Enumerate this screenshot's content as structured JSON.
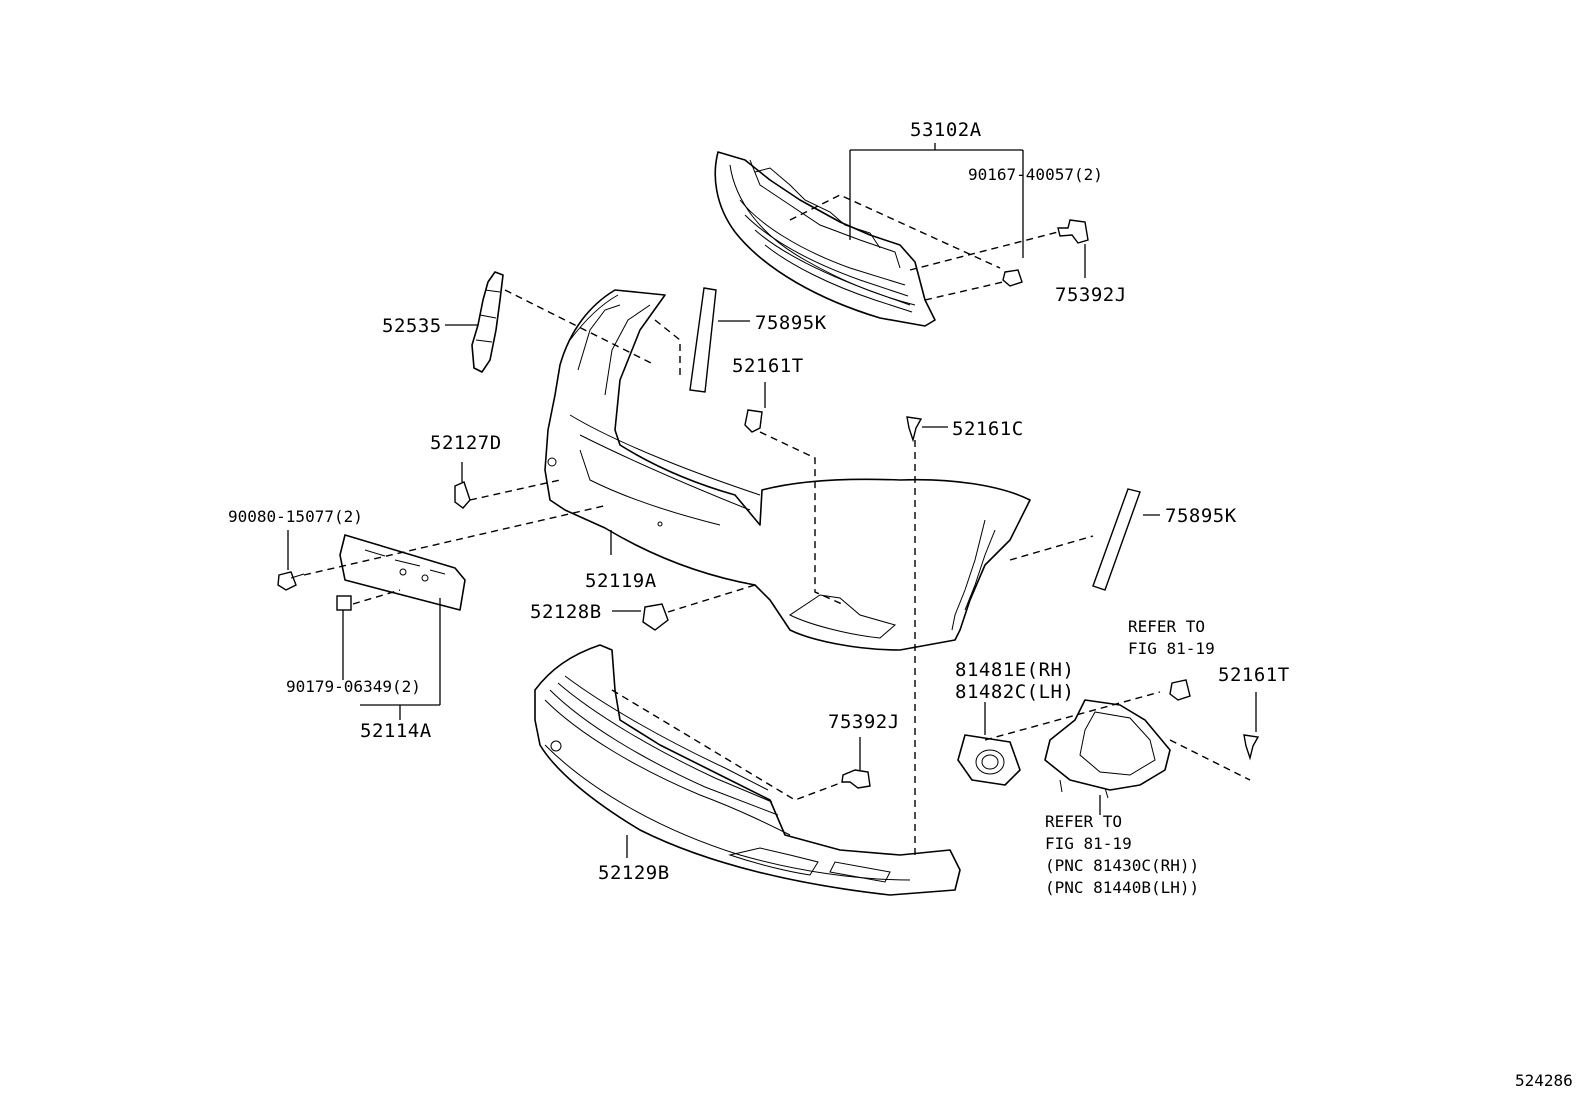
{
  "labels": {
    "p53102A": "53102A",
    "p90167_40057": "90167-40057(2)",
    "p75392J_top": "75392J",
    "p52535": "52535",
    "p75895K_top": "75895K",
    "p52161T_mid": "52161T",
    "p52161C": "52161C",
    "p52127D": "52127D",
    "p90080_15077": "90080-15077(2)",
    "p75895K_right": "75895K",
    "p52119A": "52119A",
    "p52128B": "52128B",
    "refer_top_1": "REFER TO",
    "refer_top_2": "FIG 81-19",
    "p52161T_right": "52161T",
    "p81481E": "81481E(RH)",
    "p81482C": "81482C(LH)",
    "p90179_06349": "90179-06349(2)",
    "p52114A": "52114A",
    "p75392J_bottom": "75392J",
    "refer_bot_1": "REFER TO",
    "refer_bot_2": "FIG 81-19",
    "refer_bot_3": "(PNC 81430C(RH))",
    "refer_bot_4": "(PNC 81440B(LH))",
    "p52129B": "52129B",
    "figure_id": "524286"
  }
}
